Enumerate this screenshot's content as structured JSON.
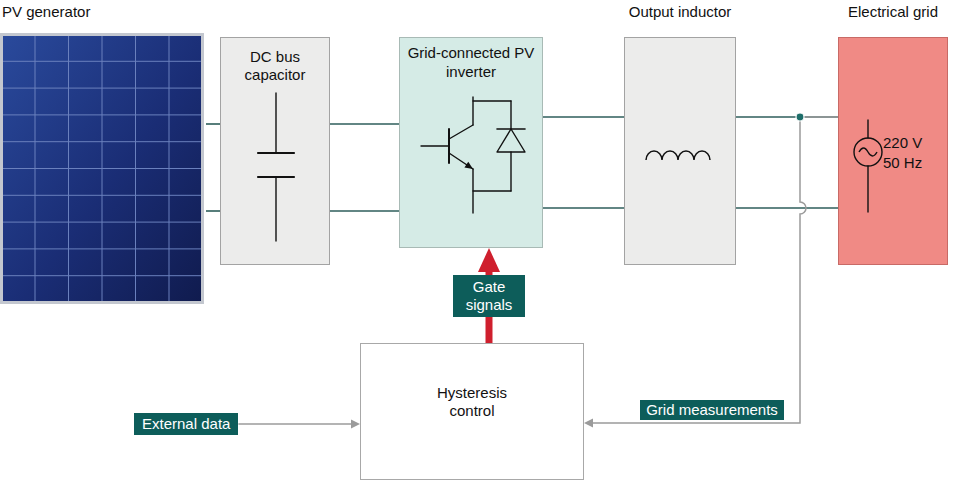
{
  "diagram": {
    "nodes": [
      {
        "text": [
          "PV generator"
        ]
      },
      {
        "text": [
          "DC bus capacitor"
        ]
      },
      {
        "text": [
          "Grid-connected PV inverter"
        ]
      },
      {
        "text": [
          "Output inductor"
        ]
      },
      {
        "text": [
          "Electrical grid",
          "220 V",
          "50 Hz"
        ]
      },
      {
        "text": [
          "External data"
        ]
      },
      {
        "text": [
          "Hysteresis control"
        ]
      }
    ],
    "edges": [
      {
        "from": 0,
        "to": 1,
        "arrow": "none"
      },
      {
        "from": 0,
        "to": 1,
        "arrow": "none"
      },
      {
        "from": 1,
        "to": 2,
        "arrow": "none"
      },
      {
        "from": 1,
        "to": 2,
        "arrow": "none"
      },
      {
        "from": 2,
        "to": 3,
        "arrow": "none"
      },
      {
        "from": 2,
        "to": 3,
        "arrow": "none"
      },
      {
        "from": 3,
        "to": 4,
        "arrow": "none"
      },
      {
        "from": 3,
        "to": 4,
        "arrow": "none"
      },
      {
        "from": 6,
        "to": 2,
        "label": "Gate signals",
        "arrow": "to"
      },
      {
        "from": 5,
        "to": 6,
        "arrow": "to"
      },
      {
        "from": 4,
        "to": 6,
        "label": "Grid measurements",
        "arrow": "to"
      }
    ]
  }
}
